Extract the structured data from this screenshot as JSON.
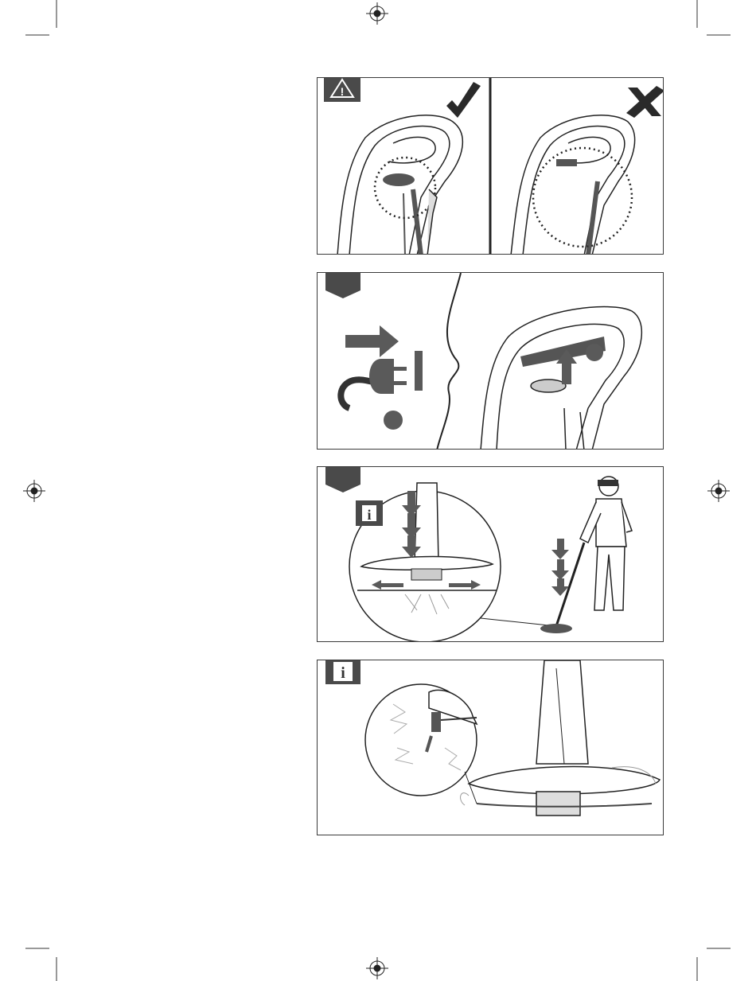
{
  "page": {
    "background": "#ffffff",
    "ink": "#2a2a2a",
    "shade": "#5a5a5a"
  },
  "panels": [
    {
      "id": "panel-1",
      "badge_icon": "warning-triangle-icon",
      "left_mark": "checkmark-icon",
      "right_mark": "cross-icon"
    },
    {
      "id": "panel-2",
      "badge_icon": "step-tab",
      "content": "unplug-and-lock-handle"
    },
    {
      "id": "panel-3",
      "badge_icon": "step-tab",
      "info_icon": "info-icon",
      "content": "trimmer-head-on-ground"
    },
    {
      "id": "panel-4",
      "badge_icon": "info-icon",
      "content": "line-cutter-blade"
    }
  ],
  "icons": {
    "info_glyph": "i",
    "warning_glyph": "!"
  }
}
